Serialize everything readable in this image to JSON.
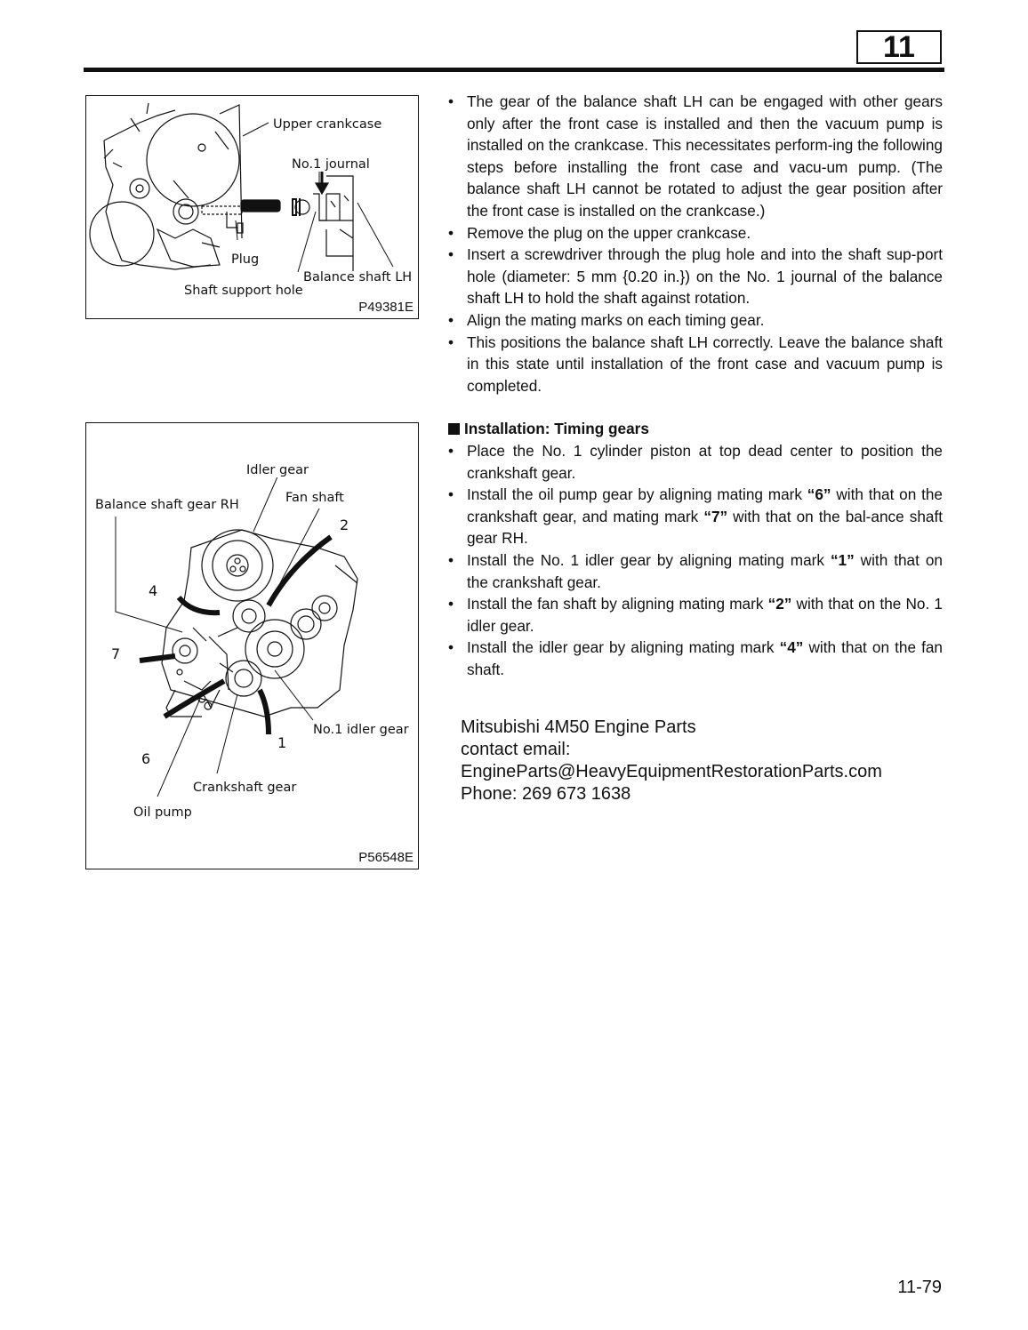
{
  "header": {
    "section_number": "11"
  },
  "figure1": {
    "labels": {
      "upper_crankcase": "Upper crankcase",
      "no1_journal": "No.1 journal",
      "plug": "Plug",
      "balance_shaft_lh": "Balance shaft LH",
      "shaft_support_hole": "Shaft support hole"
    },
    "code": "P49381E"
  },
  "figure2": {
    "labels": {
      "idler_gear": "Idler gear",
      "fan_shaft": "Fan shaft",
      "balance_shaft_gear_rh": "Balance shaft gear RH",
      "no1_idler_gear": "No.1 idler gear",
      "crankshaft_gear": "Crankshaft gear",
      "oil_pump": "Oil pump"
    },
    "marks": [
      "2",
      "4",
      "1",
      "6",
      "7"
    ],
    "code": "P56548E"
  },
  "section1": {
    "bullets": [
      "The gear of the balance shaft LH can be engaged with other gears only after the front case is installed and then the vacuum pump is installed on the crankcase. This necessitates perform-ing the following steps before installing the front case and vacu-um pump. (The balance shaft LH cannot be rotated to adjust the gear position after the front case is installed on the crankcase.)",
      "Remove the plug on the upper crankcase.",
      "Insert a screwdriver through the plug hole and into the shaft sup-port hole (diameter: 5 mm {0.20 in.}) on the No. 1 journal of the balance shaft LH to hold the shaft against rotation.",
      "Align the mating marks on each timing gear.",
      "This positions the balance shaft LH correctly. Leave the balance shaft in this state until installation of the front case and vacuum pump is completed."
    ]
  },
  "section2": {
    "heading": "Installation: Timing gears",
    "bullet1": "Place the No. 1 cylinder piston at top dead center to position the crankshaft gear.",
    "bullet2": {
      "a": "Install the oil pump gear by aligning mating mark ",
      "m1": "“6”",
      "b": " with that on the crankshaft gear, and mating mark ",
      "m2": "“7”",
      "c": " with that on the bal-ance shaft gear RH."
    },
    "bullet3": {
      "a": "Install the No. 1 idler gear by aligning mating mark ",
      "m": "“1”",
      "b": " with that on the crankshaft gear."
    },
    "bullet4": {
      "a": "Install the fan shaft by aligning mating mark ",
      "m": "“2”",
      "b": " with that on the No. 1 idler gear."
    },
    "bullet5": {
      "a": "Install the idler gear by aligning mating mark ",
      "m": "“4”",
      "b": " with that on the fan shaft."
    }
  },
  "contact": {
    "line1": "Mitsubishi 4M50 Engine Parts",
    "line2": "contact email:",
    "line3": "EngineParts@HeavyEquipmentRestorationParts.com",
    "line4": "Phone: 269 673 1638"
  },
  "footer": {
    "page_number": "11-79"
  }
}
